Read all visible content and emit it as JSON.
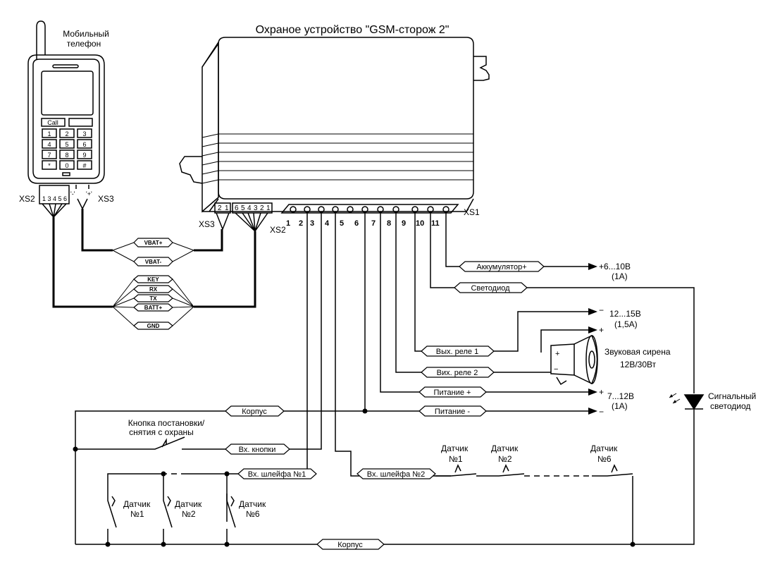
{
  "title": "Охраное устройство \"GSM-сторож 2\"",
  "phone": {
    "label_line1": "Мобильный",
    "label_line2": "телефон",
    "call_key": "Call",
    "keys": [
      "1",
      "2",
      "3",
      "4",
      "5",
      "6",
      "7",
      "8",
      "9",
      "*",
      "0",
      "#"
    ],
    "xs2_label": "XS2",
    "xs2_pins": "1 3 4 5 6",
    "xs3_label": "XS3",
    "minus_label": "'-'",
    "plus_label": "'+'"
  },
  "device": {
    "xs3_label": "XS3",
    "xs3_pins": [
      "2",
      "1"
    ],
    "xs2_label": "XS2",
    "xs2_pins": [
      "6",
      "5",
      "4",
      "3",
      "2",
      "1"
    ],
    "xs1_label": "XS1",
    "xs1_pins": [
      "1",
      "2",
      "3",
      "4",
      "5",
      "6",
      "7",
      "8",
      "9",
      "10",
      "11"
    ]
  },
  "cable_tags": [
    "VBAT+",
    "VBAT-",
    "KEY",
    "RX",
    "TX",
    "BATT+",
    "GND"
  ],
  "wire_tags": {
    "battery": "Аккумулятор+",
    "led": "Светодиод",
    "relay1": "Вых. реле 1",
    "relay2": "Вих. реле 2",
    "power_plus": "Питание +",
    "power_minus": "Питание -",
    "case_top": "Корпус",
    "button_in": "Вх. кнопки",
    "loop1": "Вх. шлейфа №1",
    "loop2": "Вх. шлейфа №2",
    "case_bottom": "Корпус"
  },
  "notes": {
    "battery_voltage": "+6...10В",
    "battery_current": "(1А)",
    "relay_voltage": "12...15В",
    "relay_current": "(1,5А)",
    "siren_label": "Звуковая сирена",
    "siren_rating": "12В/30Вт",
    "power_voltage": "7...12В",
    "power_current": "(1А)",
    "led_label_line1": "Сигнальный",
    "led_label_line2": "светодиод",
    "button_label_line1": "Кнопка постановки/",
    "button_label_line2": "снятия с охраны",
    "sensor_word": "Датчик",
    "sensor1": "№1",
    "sensor2": "№2",
    "sensor6": "№6",
    "plus": "+",
    "minus": "−"
  }
}
